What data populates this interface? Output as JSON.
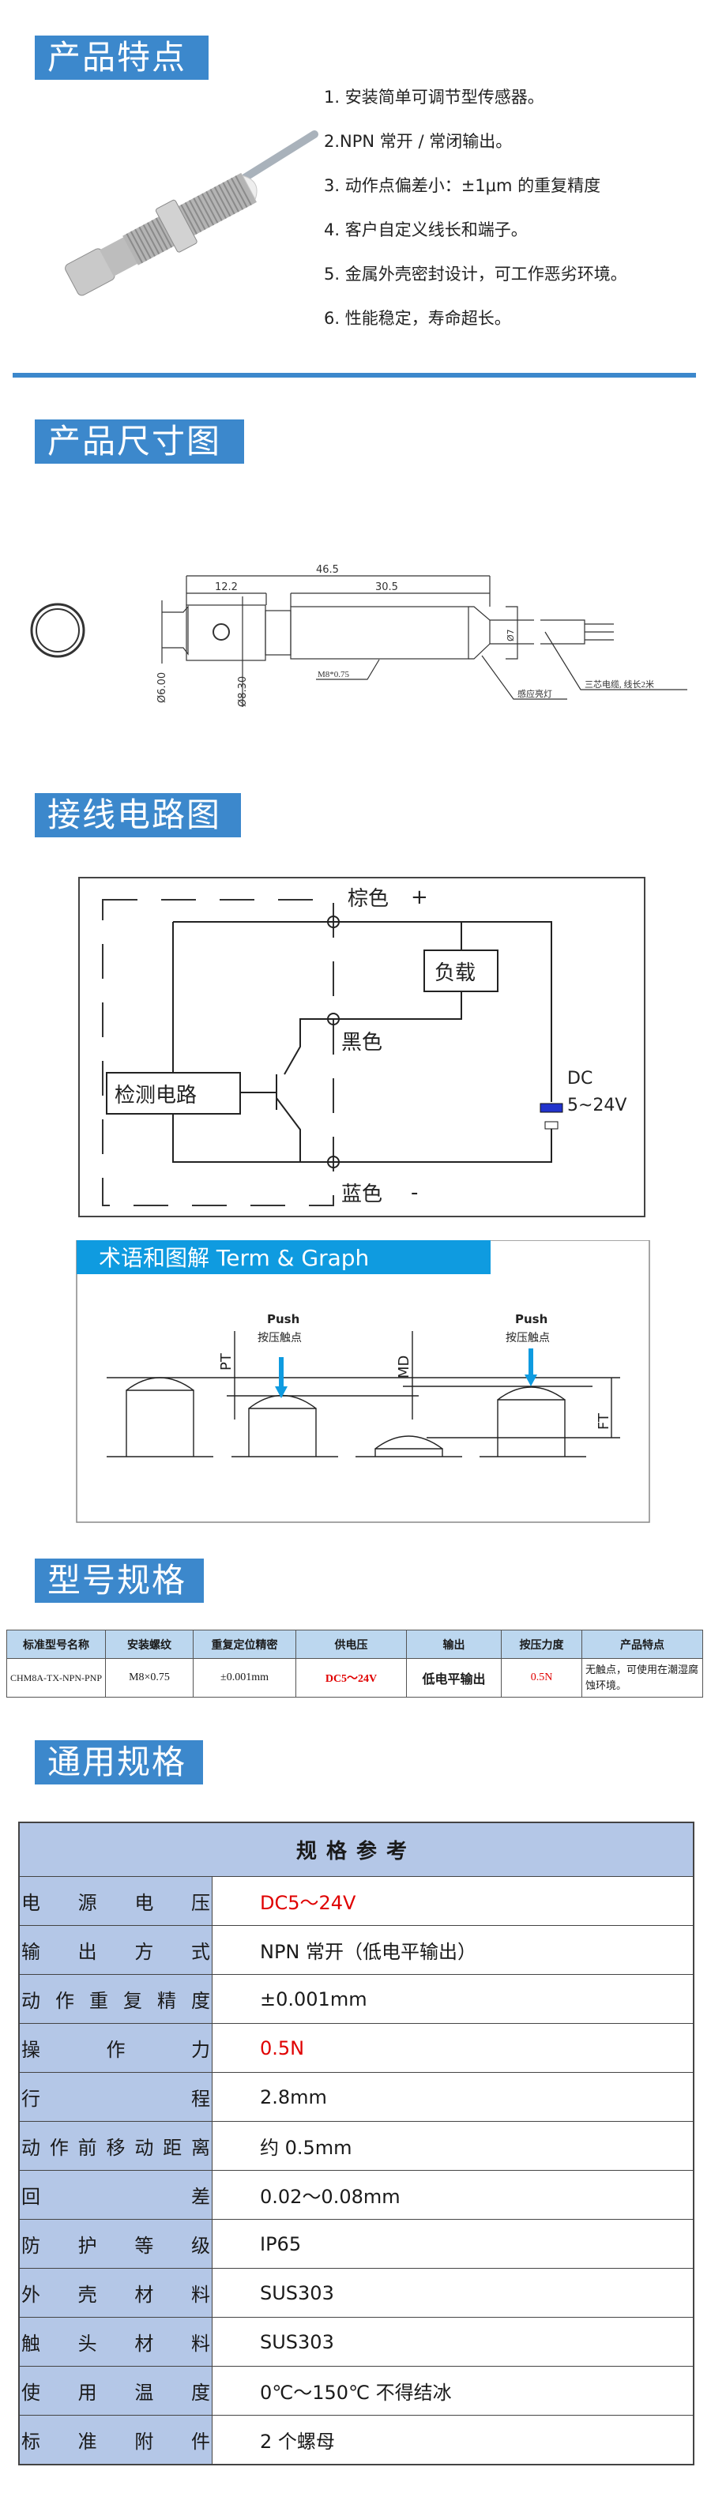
{
  "sections": {
    "features": "产品特点",
    "dimensions": "产品尺寸图",
    "wiring": "接线电路图",
    "model": "型号规格",
    "general": "通用规格"
  },
  "features": [
    "1. 安装简单可调节型传感器。",
    "2.NPN 常开 / 常闭输出。",
    "3. 动作点偏差小：±1μm 的重复精度",
    "4. 客户自定义线长和端子。",
    "5. 金属外壳密封设计，可工作恶劣环境。",
    "6. 性能稳定，寿命超长。"
  ],
  "dimension_drawing": {
    "overall_length": "46.5",
    "head_length": "12.2",
    "thread_length": "30.5",
    "tip_diameter": "Ø6.00",
    "head_diameter": "Ø8.30",
    "cable_diameter": "Ø7",
    "thread_spec": "M8*0.75",
    "led_label": "感应亮灯",
    "cable_label": "三芯电缆, 线长2米"
  },
  "wiring_diagram": {
    "brown": "棕色",
    "plus": "+",
    "black": "黑色",
    "blue": "蓝色",
    "minus": "-",
    "load": "负载",
    "detect": "检测电路",
    "dc": "DC",
    "voltage": "5~24V"
  },
  "term_graph": {
    "title": "术语和图解  Term & Graph",
    "push1": "Push",
    "press1": "按压触点",
    "push2": "Push",
    "press2": "按压触点",
    "pt": "PT",
    "md": "MD",
    "ft": "FT"
  },
  "model_table": {
    "headers": [
      "标准型号名称",
      "安装螺纹",
      "重复定位精密",
      "供电压",
      "输出",
      "按压力度",
      "产品特点"
    ],
    "row": [
      "CHM8A-TX-NPN-PNP",
      "M8×0.75",
      "±0.001mm",
      "DC5～24V",
      "低电平输出",
      "0.5N",
      "无触点，可使用在潮湿腐蚀环境。"
    ]
  },
  "spec_table": {
    "title": "规格参考",
    "rows": [
      {
        "label": "电源电压",
        "value": "DC5～24V",
        "highlight": true
      },
      {
        "label": "输出方式",
        "value": "NPN 常开（低电平输出）",
        "highlight": false
      },
      {
        "label": "动作重复精度",
        "value": "±0.001mm",
        "highlight": false
      },
      {
        "label": "操作力",
        "value": "0.5N",
        "highlight": true
      },
      {
        "label": "行程",
        "value": "2.8mm",
        "highlight": false
      },
      {
        "label": "动作前移动距离",
        "value": "约 0.5mm",
        "highlight": false
      },
      {
        "label": "回差",
        "value": "0.02～0.08mm",
        "highlight": false
      },
      {
        "label": "防护等级",
        "value": "IP65",
        "highlight": false
      },
      {
        "label": "外壳材料",
        "value": "SUS303",
        "highlight": false
      },
      {
        "label": "触头材料",
        "value": "SUS303",
        "highlight": false
      },
      {
        "label": "使用温度",
        "value": "0℃～150℃ 不得结冰",
        "highlight": false
      },
      {
        "label": "标准附件",
        "value": "2 个螺母",
        "highlight": false
      }
    ]
  },
  "colors": {
    "accent": "#3c88cc",
    "term_blue": "#0f9be0",
    "header_fill": "#b4c7e7",
    "highlight": "#e00000"
  }
}
